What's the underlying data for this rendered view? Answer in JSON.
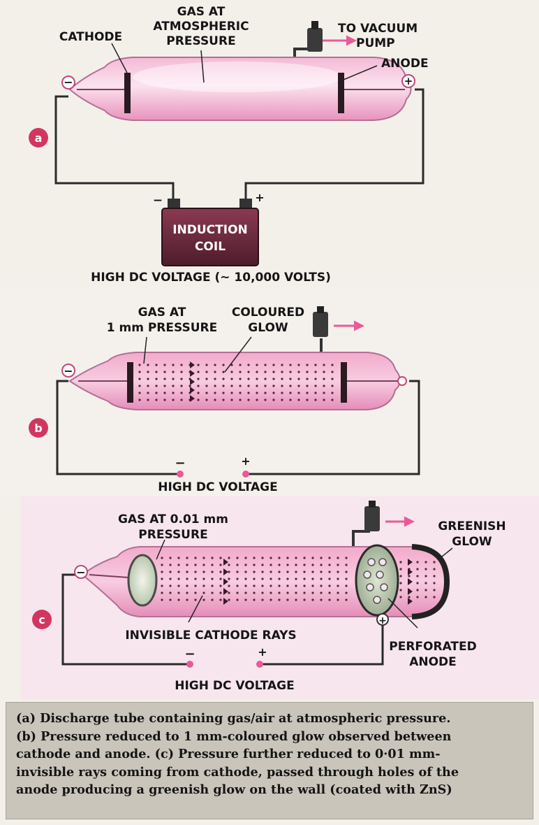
{
  "panel_a": {
    "badge": "a",
    "cathode": "CATHODE",
    "gas_line1": "GAS AT",
    "gas_line2": "ATMOSPHERIC",
    "gas_line3": "PRESSURE",
    "vacuum_line1": "TO VACUUM",
    "vacuum_line2": "PUMP",
    "anode": "ANODE",
    "neg": "−",
    "pos": "+",
    "coil_line1": "INDUCTION",
    "coil_line2": "COIL",
    "voltage": "HIGH DC VOLTAGE (~ 10,000 VOLTS)"
  },
  "panel_b": {
    "badge": "b",
    "gas_line1": "GAS AT",
    "gas_line2": "1 mm PRESSURE",
    "glow_line1": "COLOURED",
    "glow_line2": "GLOW",
    "neg": "−",
    "pos": "+",
    "voltage": "HIGH DC VOLTAGE"
  },
  "panel_c": {
    "badge": "c",
    "gas_line1": "GAS AT 0.01 mm",
    "gas_line2": "PRESSURE",
    "glow_line1": "GREENISH",
    "glow_line2": "GLOW",
    "rays": "INVISIBLE CATHODE RAYS",
    "anode_line1": "PERFORATED",
    "anode_line2": "ANODE",
    "neg": "−",
    "pos": "+",
    "voltage": "HIGH DC VOLTAGE"
  },
  "caption": {
    "line1": "(a) Discharge tube containing gas/air at atmospheric pressure.",
    "line2": "(b) Pressure reduced to 1 mm-coloured glow observed between",
    "line3": "cathode and anode. (c) Pressure further reduced to 0·01 mm-",
    "line4": "invisible rays coming from cathode, passed through holes of the",
    "line5": "anode producing a greenish glow on the wall (coated with ZnS)"
  },
  "colors": {
    "tube_pink": "#ec9fc4",
    "tube_light": "#f9dcea",
    "badge": "#d2365f",
    "coil": "#6a2a3c",
    "arrow": "#e85a98",
    "glow_green": "#cfe6c4",
    "wire": "#2a2a2a"
  }
}
